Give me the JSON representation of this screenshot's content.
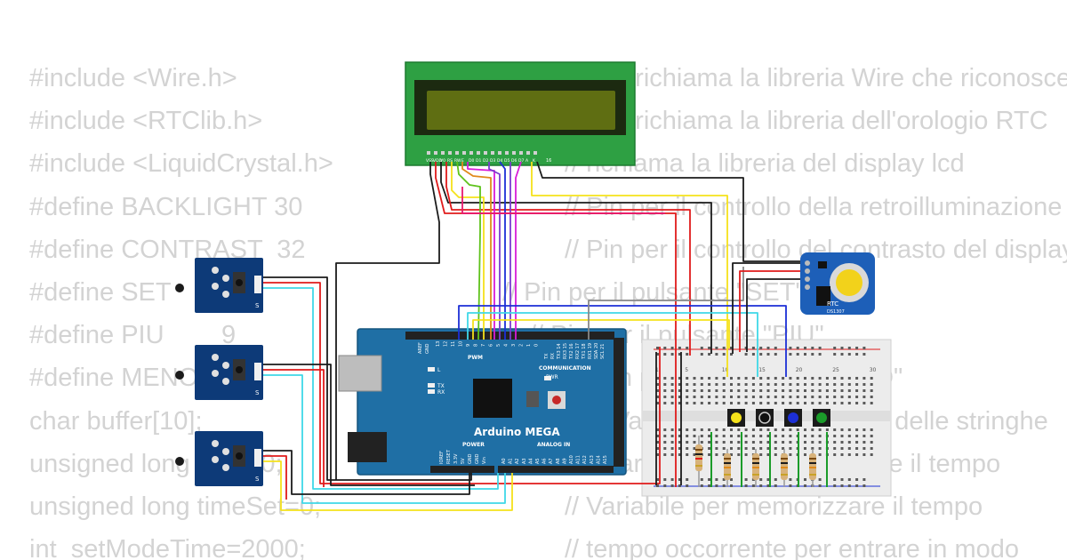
{
  "code": {
    "left_column": [
      "#include <Wire.h>",
      "#include <RTClib.h>",
      "#include <LiquidCrystal.h>",
      "#define BACKLIGHT 30",
      "#define CONTRAST  32",
      "#define SET",
      "#define PIU        9",
      "#define MENO     10",
      "char buffer[10];",
      "unsigned long time=0;",
      "unsigned long timeSet=0;",
      "int  setModeTime=2000;"
    ],
    "right_column": [
      "// richiama la libreria Wire che riconosce",
      "// richiama la libreria dell'orologio RTC",
      "// richiama la libreria del display lcd",
      "// Pin per il controllo della retroilluminazione",
      "// Pin per il controllo del contrasto del display",
      "// Pin per il pulsante \"SET\"",
      "// Pin per il pulsante \"PIU\"",
      "// Pin per il pulsante \"MENO\"",
      "// Variabile per la gestione delle stringhe",
      "// Variabile per memorizzare il tempo",
      "// Variabile per memorizzare il tempo",
      "// tempo occorrente per entrare in modo"
    ]
  },
  "lcd": {
    "pin_labels": [
      "VSS",
      "VDD",
      "V0",
      "RS",
      "RW",
      "E",
      "D0",
      "D1",
      "D2",
      "D3",
      "D4",
      "D5",
      "D6",
      "D7",
      "A",
      "K"
    ],
    "pin_number": "16"
  },
  "arduino": {
    "name": "Arduino MEGA",
    "pwm_label": "PWM",
    "communication_label": "COMMUNICATION",
    "power_label": "POWER",
    "analog_label": "ANALOG IN",
    "pwr_label": "PWR",
    "led_l": "L",
    "led_tx": "TX",
    "led_rx": "RX",
    "top_left_labels": [
      "AREF",
      "GND"
    ],
    "digital_labels": [
      "13",
      "12",
      "11",
      "10",
      "9",
      "8",
      "7",
      "6",
      "5",
      "4",
      "3",
      "2",
      "1",
      "0"
    ],
    "comm_labels": [
      "TX",
      "RX",
      "TX3 14",
      "RX3 15",
      "TX2 16",
      "RX2 17",
      "TX1 18",
      "RX1 19",
      "SDA 20",
      "SCL 21"
    ],
    "power_pins": [
      "IOREF",
      "RESET",
      "3.3V",
      "5V",
      "GND",
      "GND",
      "Vin"
    ],
    "analog_pins": [
      "A0",
      "A1",
      "A2",
      "A3",
      "A4",
      "A5",
      "A6",
      "A7",
      "A8",
      "A9",
      "A10",
      "A11",
      "A12",
      "A13",
      "A14",
      "A15"
    ]
  },
  "rtc": {
    "label": "RTC",
    "chip": "DS1307"
  },
  "breadboard": {
    "col_numbers": [
      "1",
      "5",
      "10",
      "15",
      "20",
      "25",
      "30"
    ]
  },
  "buttons": {
    "pin_label": "S"
  },
  "colors": {
    "code_text": "#d3d3d3",
    "lcd_green": "#2ea043",
    "lcd_screen": "#5f6e12",
    "arduino_blue": "#1f6fa5",
    "button_module": "#0d3a78",
    "rtc_blue": "#1d5fb8",
    "wire_red": "#e01b1b",
    "wire_black": "#1b1b1b",
    "wire_yellow": "#f5e21b",
    "wire_cyan": "#3fd8e8",
    "wire_blue": "#1c2fd6",
    "wire_magenta": "#d81bd8",
    "wire_purple": "#7a3ccf",
    "wire_green": "#5ec21b",
    "wire_orange": "#e08a1b",
    "wire_pink": "#e8186e"
  }
}
